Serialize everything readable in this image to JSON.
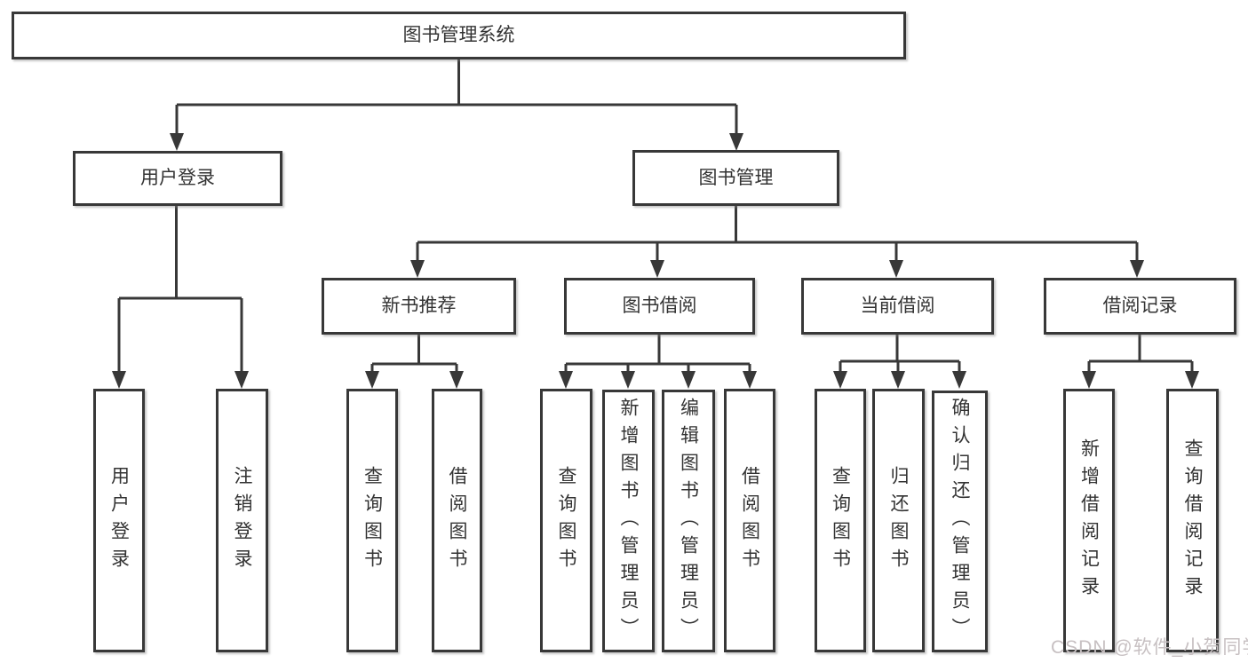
{
  "diagram": {
    "title": "图书管理系统",
    "colors": {
      "line": "#383838",
      "text": "#333333",
      "background": "#ffffff",
      "watermark": "#c7c0c2"
    },
    "nodes": {
      "root": {
        "label": "图书管理系统"
      },
      "user_login": {
        "label": "用户登录"
      },
      "book_mgmt": {
        "label": "图书管理"
      },
      "new_book": {
        "label": "新书推荐"
      },
      "book_borrow": {
        "label": "图书借阅"
      },
      "current_borrow": {
        "label": "当前借阅"
      },
      "borrow_record": {
        "label": "借阅记录"
      },
      "leaf_user_login": {
        "label": "用户登录"
      },
      "leaf_logout": {
        "label": "注销登录"
      },
      "leaf_nb_query": {
        "label": "查询图书"
      },
      "leaf_nb_borrow": {
        "label": "借阅图书"
      },
      "leaf_bb_query": {
        "label": "查询图书"
      },
      "leaf_bb_add": {
        "label": "新增图书（管理员）"
      },
      "leaf_bb_edit": {
        "label": "编辑图书（管理员）"
      },
      "leaf_bb_borrow": {
        "label": "借阅图书"
      },
      "leaf_cb_query": {
        "label": "查询图书"
      },
      "leaf_cb_return": {
        "label": "归还图书"
      },
      "leaf_cb_confirm": {
        "label": "确认归还（管理员）"
      },
      "leaf_br_add": {
        "label": "新增借阅记录"
      },
      "leaf_br_query": {
        "label": "查询借阅记录"
      }
    },
    "watermark": {
      "text": "CSDN @软件_小贺同学"
    }
  }
}
